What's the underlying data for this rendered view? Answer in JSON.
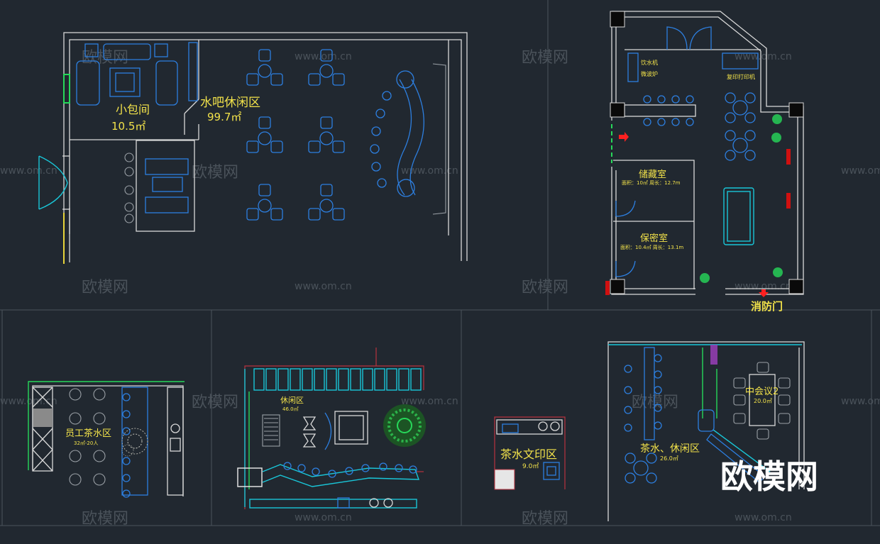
{
  "labels": {
    "small_room": "小包间",
    "small_room_area": "10.5㎡",
    "bar_lounge": "水吧休闲区",
    "bar_lounge_area": "99.7㎡",
    "storage": "储藏室",
    "storage_info": "面积：10㎡  周长：12.7m",
    "secure_room": "保密室",
    "secure_room_info": "面积：10.4㎡  周长：13.1m",
    "fire_door": "消防门",
    "left_note_1": "饮水机",
    "left_note_2": "微波炉",
    "right_note": "复印打印机",
    "staff_tea": "员工茶水区",
    "staff_tea_area": "32㎡-20人",
    "lounge": "休闲区",
    "lounge_area": "46.0㎡",
    "tea_print": "茶水文印区",
    "tea_print_area": "9.0㎡",
    "mid_meeting": "中会议2",
    "mid_meeting_area": "20.0㎡",
    "tea_lounge": "茶水、休闲区",
    "tea_lounge_area": "26.0㎡"
  },
  "watermark": {
    "brand": "欧模网",
    "url": "www.om.cn",
    "url_partial": "www.om.cr"
  },
  "colors": {
    "background": "#212830",
    "wall": "#d9d9d9",
    "furniture_blue": "#2d7fe0",
    "cyan": "#19c6d8",
    "green": "#27d85a",
    "label_yellow": "#f2e24a",
    "fire_red": "#ff2020"
  }
}
